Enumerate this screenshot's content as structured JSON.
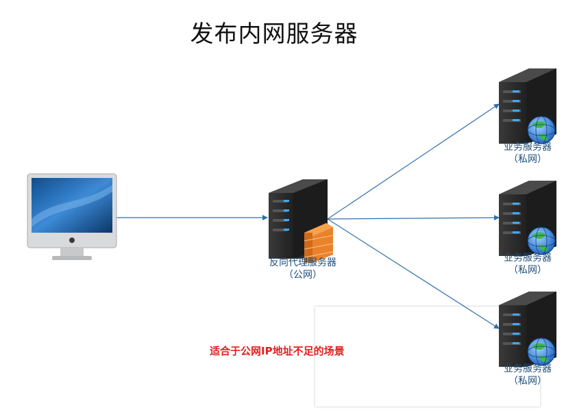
{
  "title": "发布内网服务器",
  "proxy": {
    "name": "反向代理服务器",
    "net": "（公网）"
  },
  "servers": [
    {
      "name": "业务服务器",
      "net": "（私网）"
    },
    {
      "name": "业务服务器",
      "net": "（私网）"
    },
    {
      "name": "业务服务器",
      "net": "（私网）"
    }
  ],
  "note": "适合于公网IP地址不足的场景",
  "colors": {
    "line": "#2f6fa8",
    "label": "#1f4e79",
    "note": "#e02020"
  }
}
